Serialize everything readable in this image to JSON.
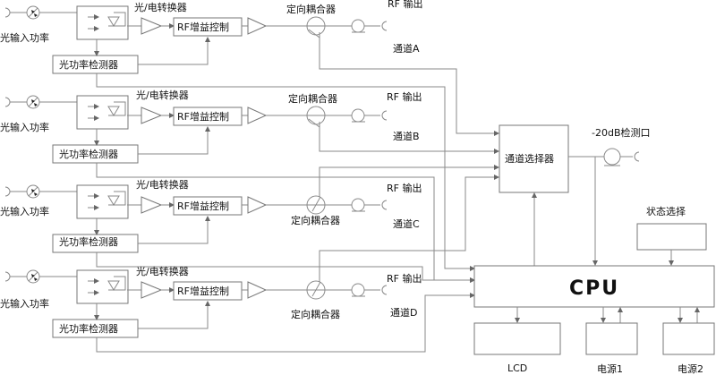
{
  "diagram": {
    "channels": [
      {
        "id": "A",
        "input_label": "光输入功率",
        "oe_label": "光/电转换器",
        "rf_gain_label": "RF增益控制",
        "detector_label": "光功率检测器",
        "coupler_label": "定向耦合器",
        "rf_out_label": "RF 输出",
        "channel_label": "通道A"
      },
      {
        "id": "B",
        "input_label": "光输入功率",
        "oe_label": "光/电转换器",
        "rf_gain_label": "RF增益控制",
        "detector_label": "光功率检测器",
        "coupler_label": "定向耦合器",
        "rf_out_label": "RF 输出",
        "channel_label": "通道B"
      },
      {
        "id": "C",
        "input_label": "光输入功率",
        "oe_label": "光/电转换器",
        "rf_gain_label": "RF增益控制",
        "detector_label": "光功率检测器",
        "coupler_label": "定向耦合器",
        "rf_out_label": "RF 输出",
        "channel_label": "通道C"
      },
      {
        "id": "D",
        "input_label": "光输入功率",
        "oe_label": "光/电转换器",
        "rf_gain_label": "RF增益控制",
        "detector_label": "光功率检测器",
        "coupler_label": "定向耦合器",
        "rf_out_label": "RF 输出",
        "channel_label": "通道D"
      }
    ],
    "selector_label": "通道选择器",
    "test_port_label": "-20dB检测口",
    "cpu_label": "CPU",
    "state_select_label": "状态选择",
    "lcd_label": "LCD",
    "power1_label": "电源1",
    "power2_label": "电源2"
  }
}
